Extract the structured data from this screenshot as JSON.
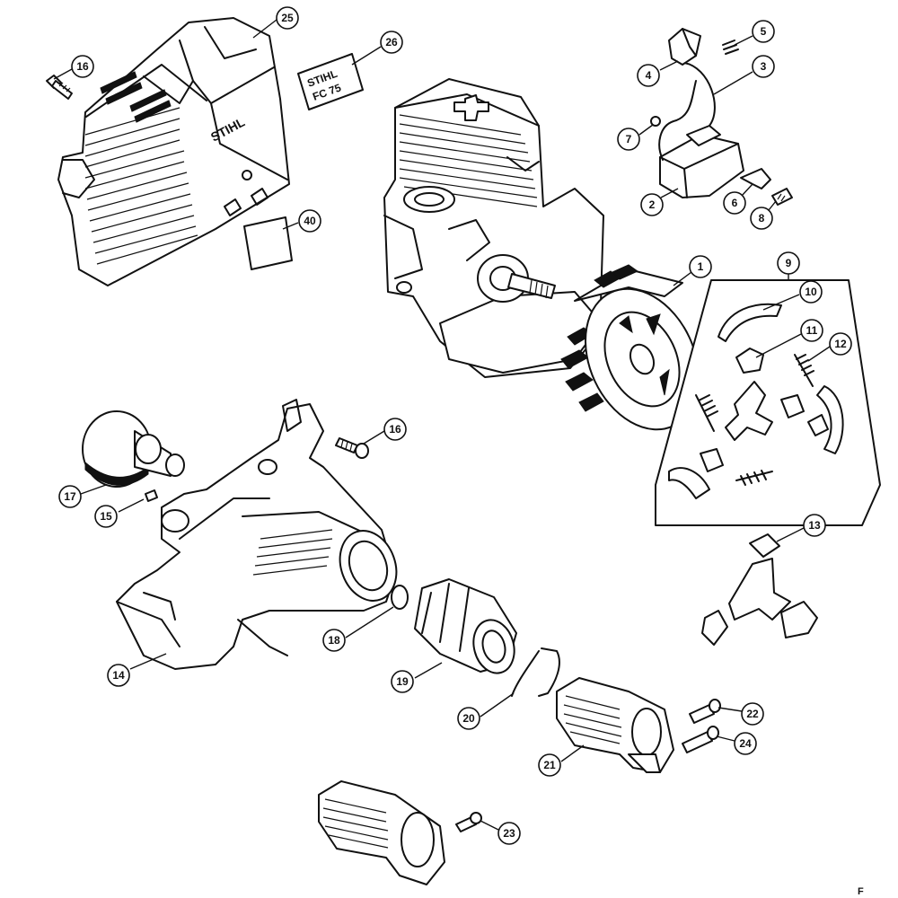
{
  "callouts": [
    "1",
    "2",
    "3",
    "4",
    "5",
    "6",
    "7",
    "8",
    "9",
    "10",
    "11",
    "12",
    "13",
    "14",
    "15",
    "16",
    "16",
    "17",
    "18",
    "19",
    "20",
    "21",
    "22",
    "23",
    "24",
    "25",
    "26",
    "40"
  ],
  "part_text": {
    "shroud_brand": "STIHL",
    "label_line1": "STIHL",
    "label_line2": "FC 75"
  },
  "corner_mark": "F"
}
